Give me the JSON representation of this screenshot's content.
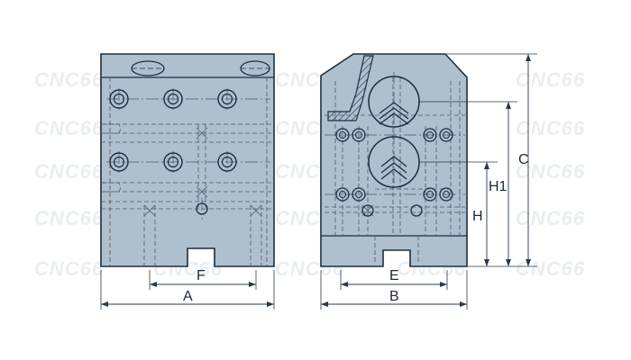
{
  "colors": {
    "body_fill": "#aebfce",
    "body_stroke": "#1c2e40",
    "hidden_line": "#4a5a6a",
    "dimension_line": "#2a3a4a",
    "watermark": "#e9eef2",
    "background": "#ffffff"
  },
  "watermark": {
    "text": "CNC66"
  },
  "dimensions": {
    "front": {
      "A": "A",
      "F": "F"
    },
    "side": {
      "B": "B",
      "E": "E",
      "H": "H",
      "H1": "H1",
      "C": "C"
    }
  }
}
